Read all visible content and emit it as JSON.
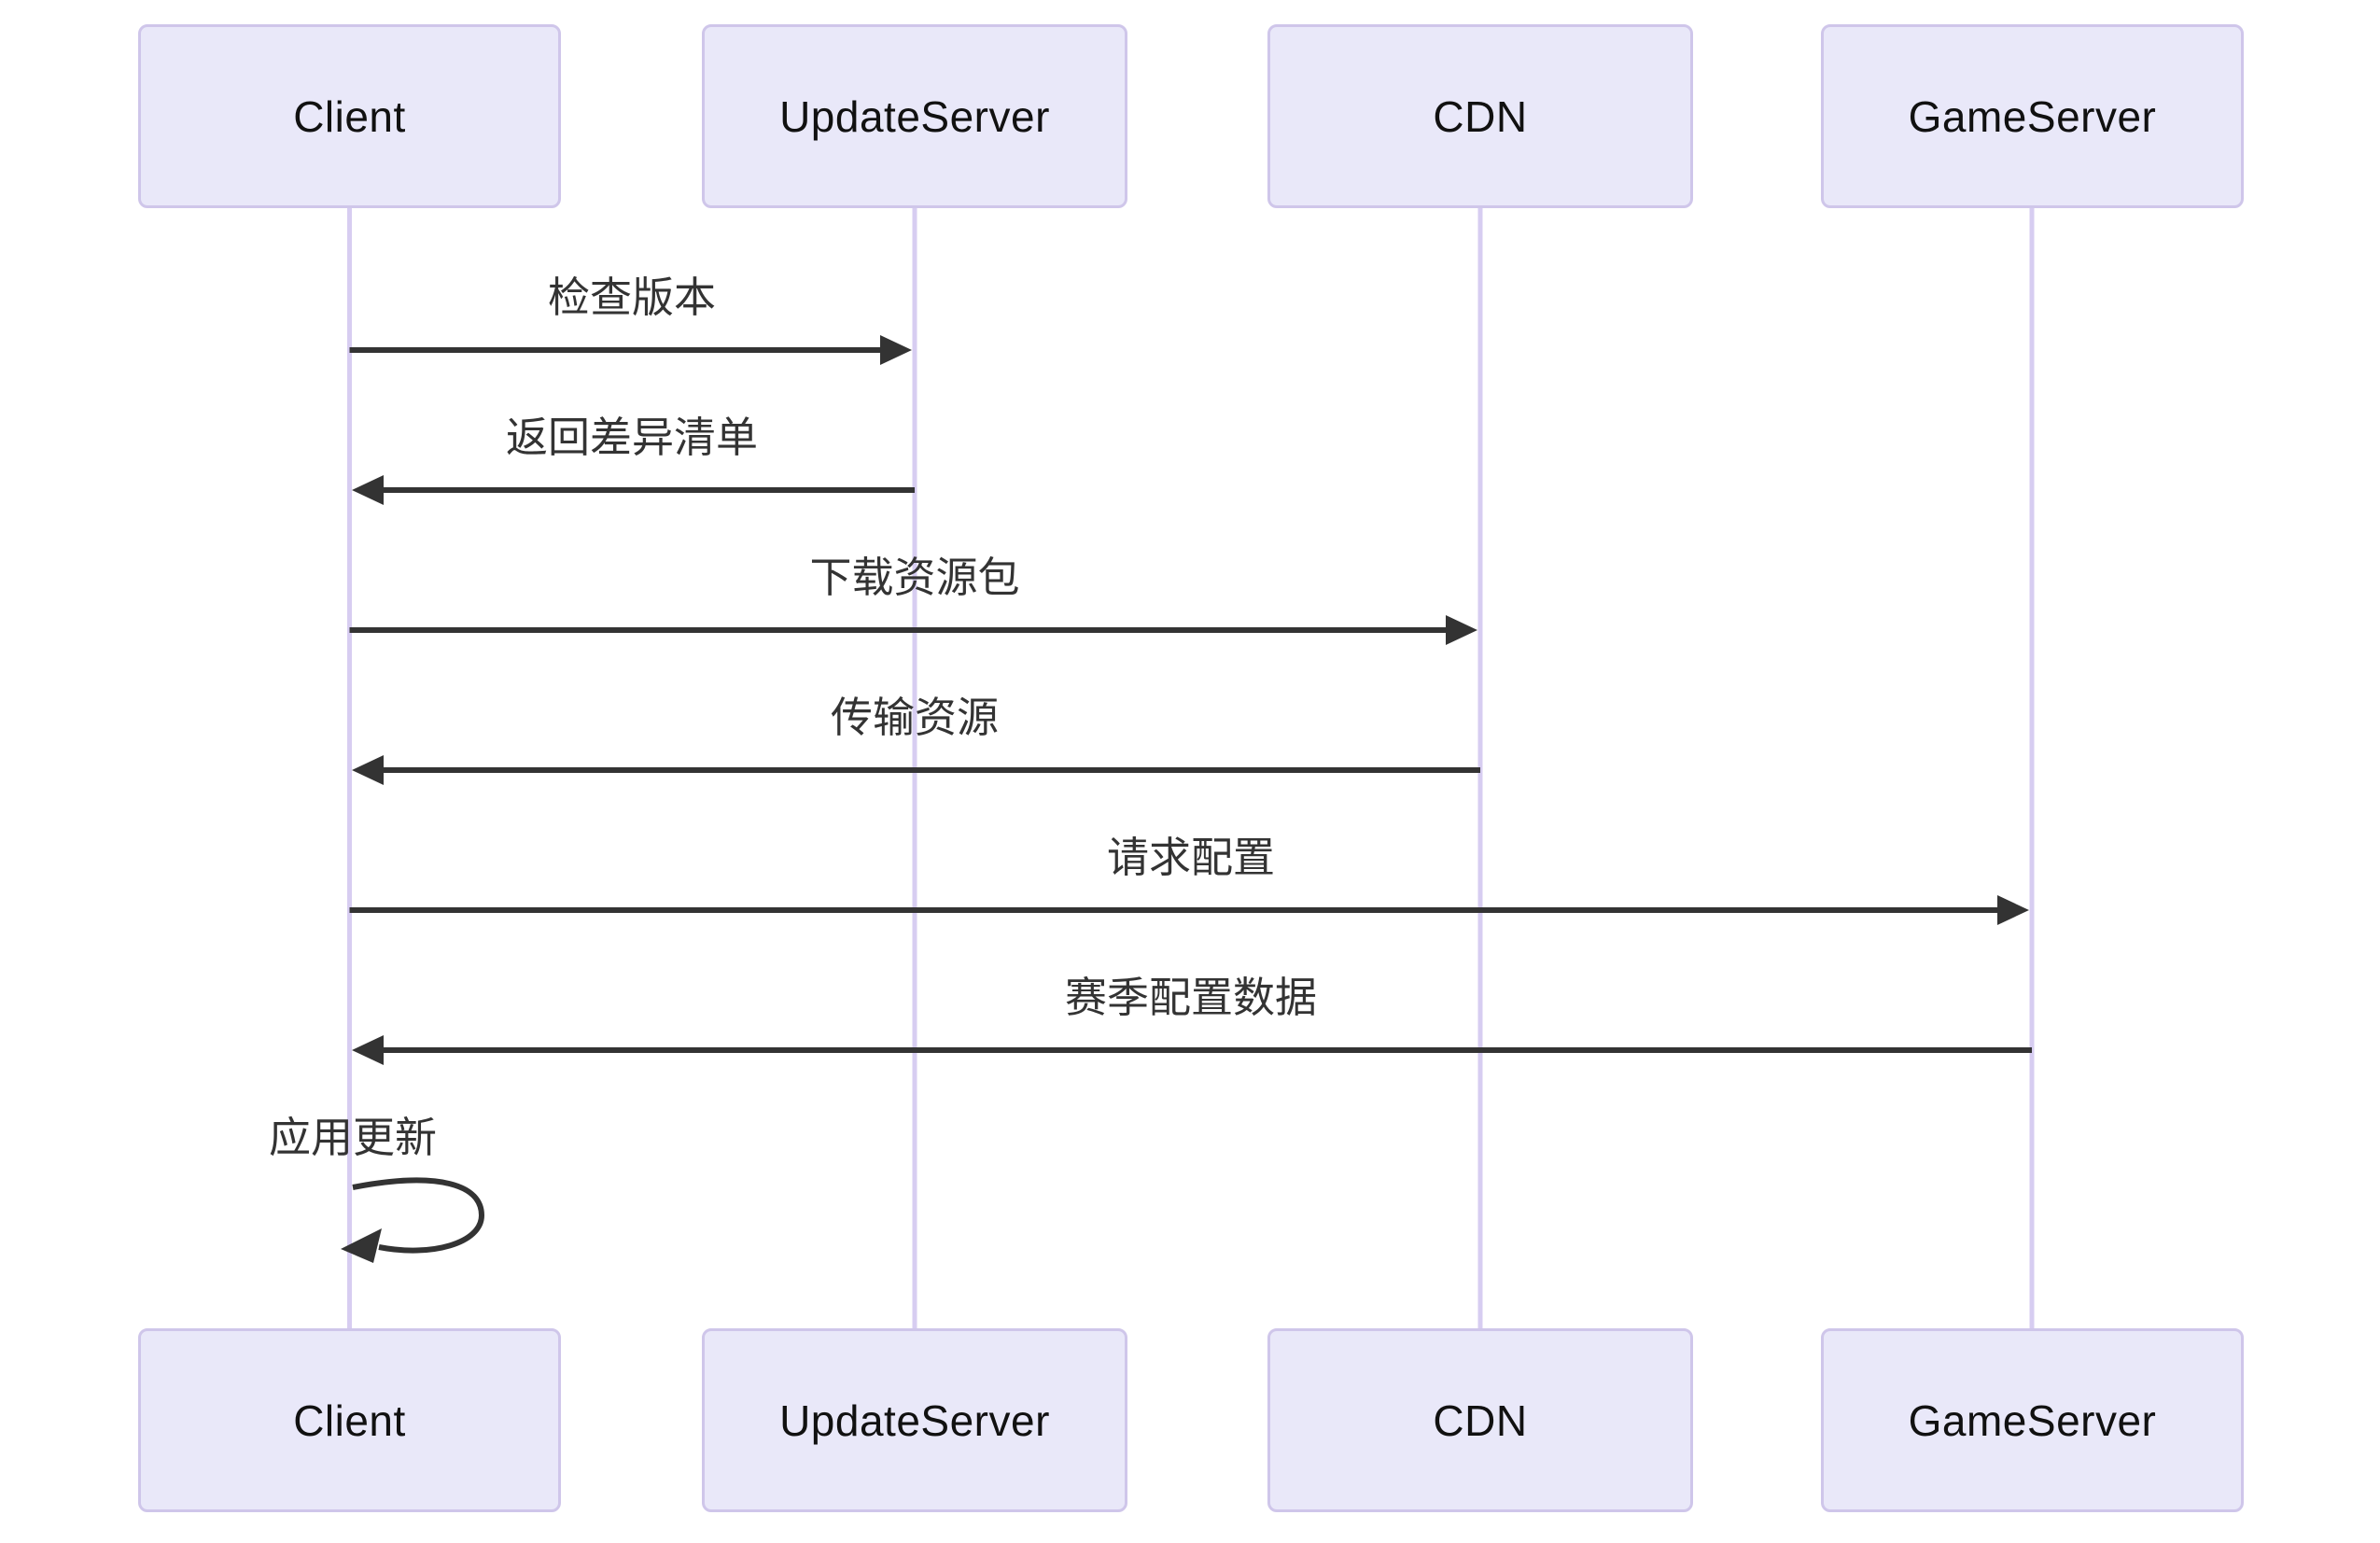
{
  "diagram": {
    "kind": "sequence-diagram",
    "background": "#ffffff"
  },
  "colors": {
    "actor_fill": "#e9e8f9",
    "actor_border": "#cfc6ea",
    "lifeline": "#d7cdf1",
    "arrow": "#333333",
    "message_text": "#333333",
    "actor_text": "#111111"
  },
  "actors": [
    {
      "id": "client",
      "label": "Client"
    },
    {
      "id": "update-server",
      "label": "UpdateServer"
    },
    {
      "id": "cdn",
      "label": "CDN"
    },
    {
      "id": "game-server",
      "label": "GameServer"
    }
  ],
  "messages": [
    {
      "from": "Client",
      "to": "UpdateServer",
      "text": "检查版本",
      "type": "solid-arrow"
    },
    {
      "from": "UpdateServer",
      "to": "Client",
      "text": "返回差异清单",
      "type": "solid-arrow"
    },
    {
      "from": "Client",
      "to": "CDN",
      "text": "下载资源包",
      "type": "solid-arrow"
    },
    {
      "from": "CDN",
      "to": "Client",
      "text": "传输资源",
      "type": "solid-arrow"
    },
    {
      "from": "Client",
      "to": "GameServer",
      "text": "请求配置",
      "type": "solid-arrow"
    },
    {
      "from": "GameServer",
      "to": "Client",
      "text": "赛季配置数据",
      "type": "solid-arrow"
    },
    {
      "from": "Client",
      "to": "Client",
      "text": "应用更新",
      "type": "self-loop"
    }
  ]
}
